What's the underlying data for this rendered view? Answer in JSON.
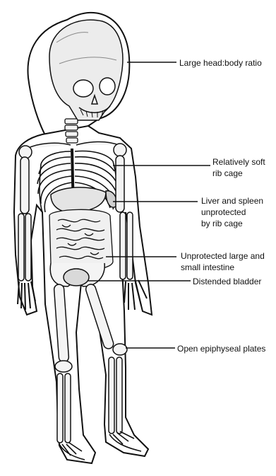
{
  "labels": [
    {
      "lines": [
        "Large head:body ratio"
      ]
    },
    {
      "lines": [
        "Relatively soft",
        "rib cage"
      ]
    },
    {
      "lines": [
        "Liver and spleen",
        "unprotected",
        "by rib cage"
      ]
    },
    {
      "lines": [
        "Unprotected large and",
        "small intestine"
      ]
    },
    {
      "lines": [
        "Distended bladder"
      ]
    },
    {
      "lines": [
        "Open epiphyseal plates"
      ]
    }
  ],
  "colors": {
    "ink": "#111111",
    "skin": "#ffffff",
    "bone": "#f4f4f4",
    "shade": "#d9d9d9"
  }
}
